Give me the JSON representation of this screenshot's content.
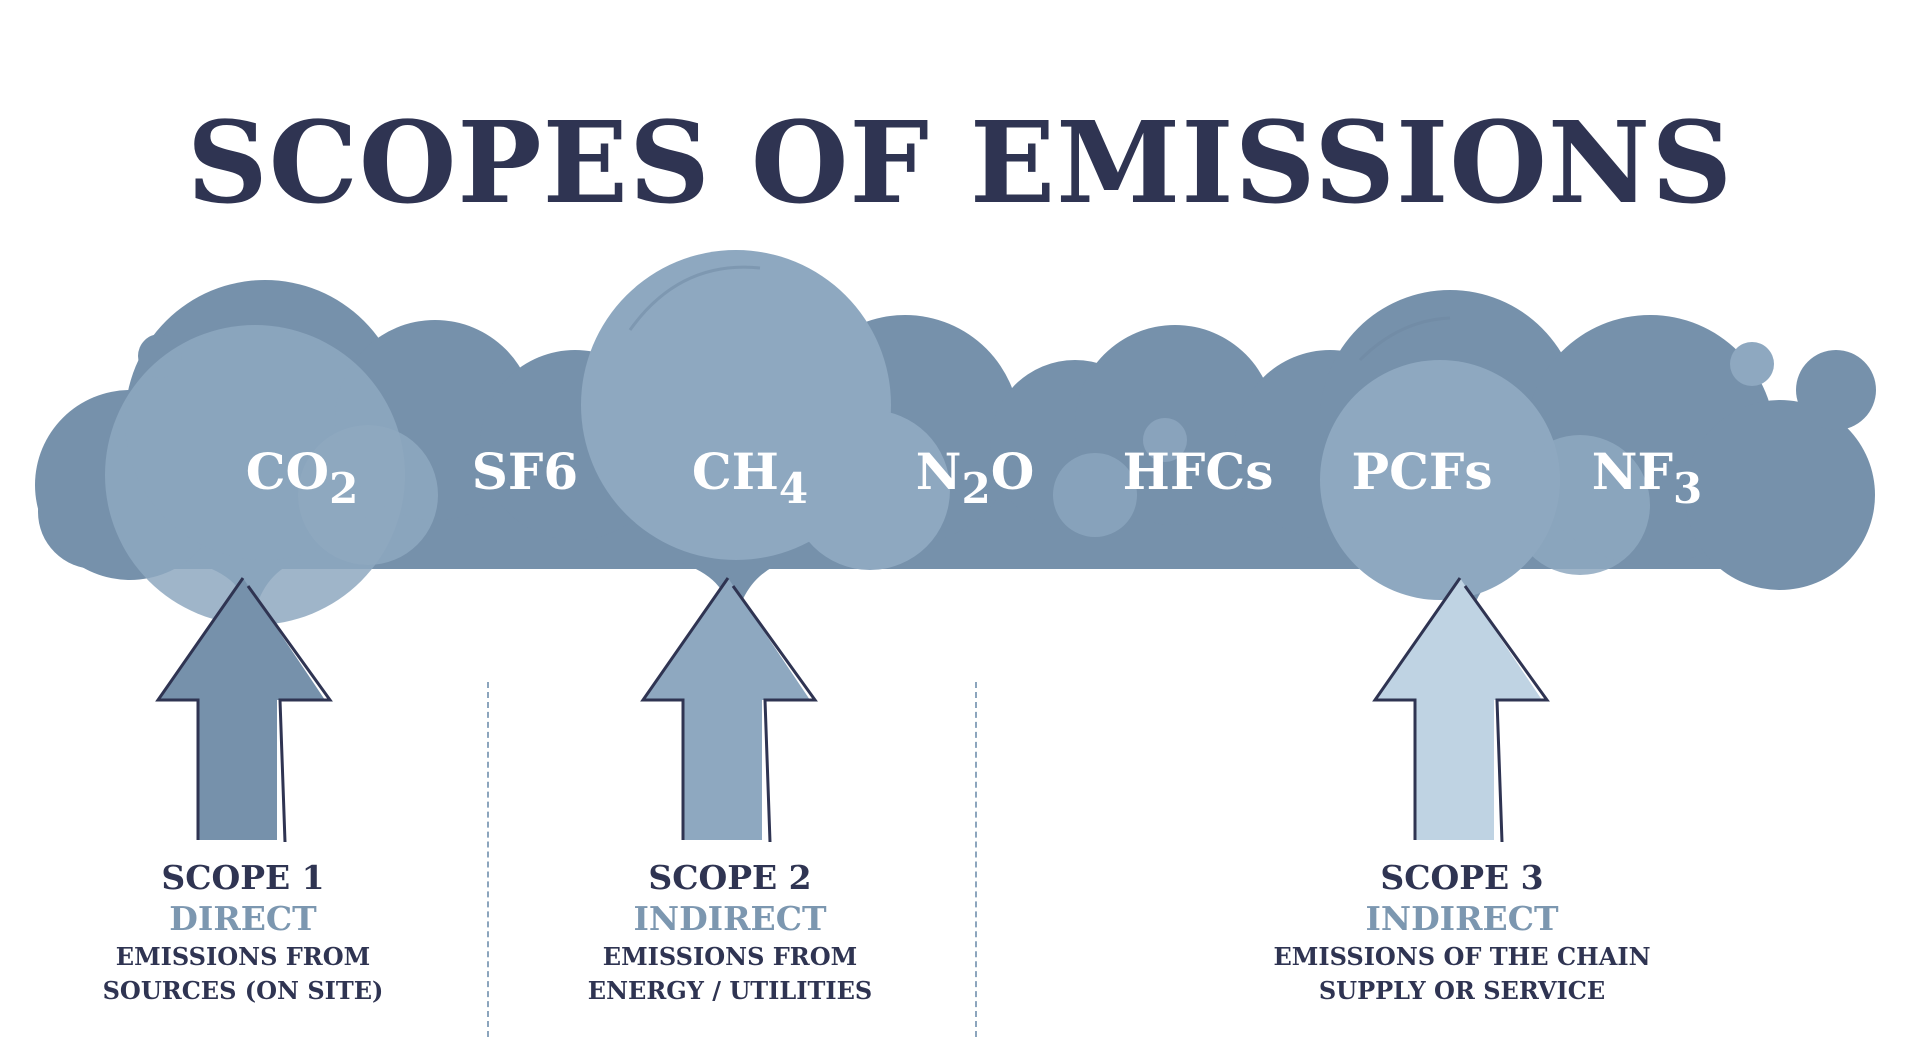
{
  "title": "SCOPES OF EMISSIONS",
  "colors": {
    "title_text": "#2f3452",
    "cloud_dark": "#7691ab",
    "cloud_mid": "#8ea8c0",
    "arrow_scope1": "#7691ab",
    "arrow_scope2": "#8ea8c0",
    "arrow_scope3": "#bfd3e3",
    "type_label": "#7c97b0"
  },
  "gases": [
    {
      "base": "CO",
      "sub": "2"
    },
    {
      "base": "SF",
      "sub": "6"
    },
    {
      "base": "CH",
      "sub": "4"
    },
    {
      "base": "N",
      "sub": "2",
      "tail": "O"
    },
    {
      "base": "HFCs",
      "sub": ""
    },
    {
      "base": "PCFs",
      "sub": ""
    },
    {
      "base": "NF",
      "sub": "3"
    }
  ],
  "scopes": [
    {
      "title": "SCOPE 1",
      "type": "DIRECT",
      "desc_line1": "EMISSIONS FROM",
      "desc_line2": "SOURCES (ON SITE)",
      "arrow_icon": "up-arrow-icon"
    },
    {
      "title": "SCOPE 2",
      "type": "INDIRECT",
      "desc_line1": "EMISSIONS FROM",
      "desc_line2": "ENERGY / UTILITIES",
      "arrow_icon": "up-arrow-icon"
    },
    {
      "title": "SCOPE 3",
      "type": "INDIRECT",
      "desc_line1": "EMISSIONS OF THE CHAIN",
      "desc_line2": "SUPPLY OR SERVICE",
      "arrow_icon": "up-arrow-icon"
    }
  ]
}
